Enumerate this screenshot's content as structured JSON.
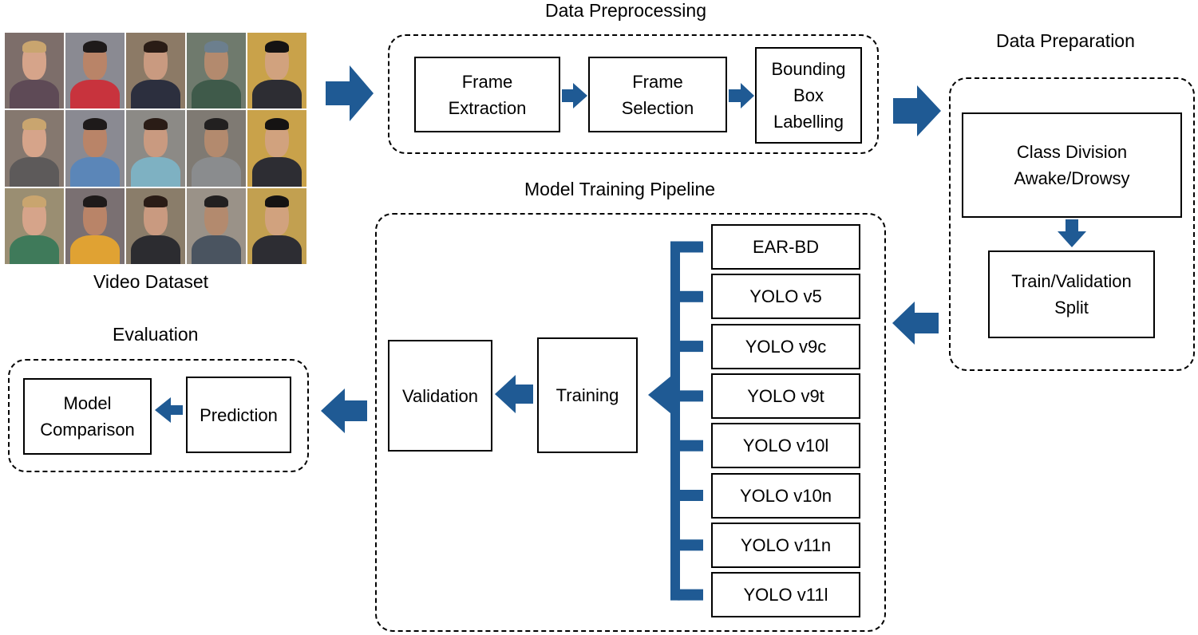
{
  "dataset": {
    "caption": "Video Dataset",
    "tiles": [
      {
        "bg": "#7d6e6a",
        "skin": "#d6a48a",
        "shirt": "#5e4a56",
        "hair": "#c9a56f"
      },
      {
        "bg": "#8a8a92",
        "skin": "#b98468",
        "shirt": "#c8333d",
        "hair": "#1e1a1a"
      },
      {
        "bg": "#8c7a66",
        "skin": "#c99a80",
        "shirt": "#2c2f3e",
        "hair": "#2a1c16"
      },
      {
        "bg": "#6f7a6d",
        "skin": "#b38a6e",
        "shirt": "#3f5a4a",
        "hair": "#6c7f8e"
      },
      {
        "bg": "#c9a24a",
        "skin": "#d1a27e",
        "shirt": "#2d2d33",
        "hair": "#151313"
      },
      {
        "bg": "#85786f",
        "skin": "#d6a48a",
        "shirt": "#5d5a5a",
        "hair": "#c9a56f"
      },
      {
        "bg": "#8a8a92",
        "skin": "#b98468",
        "shirt": "#5b86b8",
        "hair": "#1e1a1a"
      },
      {
        "bg": "#8c8a86",
        "skin": "#c99a80",
        "shirt": "#7eb1c2",
        "hair": "#2a1c16"
      },
      {
        "bg": "#7f7a73",
        "skin": "#b38a6e",
        "shirt": "#8a8c8e",
        "hair": "#222020"
      },
      {
        "bg": "#c9a24a",
        "skin": "#d1a27e",
        "shirt": "#2d2d33",
        "hair": "#151313"
      },
      {
        "bg": "#9a8e72",
        "skin": "#d6a48a",
        "shirt": "#3f7a5a",
        "hair": "#c9a56f"
      },
      {
        "bg": "#7a7072",
        "skin": "#b98468",
        "shirt": "#e0a233",
        "hair": "#1e1a1a"
      },
      {
        "bg": "#8a7d6a",
        "skin": "#c99a80",
        "shirt": "#2c2c30",
        "hair": "#2a1c16"
      },
      {
        "bg": "#9a9288",
        "skin": "#b38a6e",
        "shirt": "#4a5460",
        "hair": "#222020"
      },
      {
        "bg": "#c2a050",
        "skin": "#d1a27e",
        "shirt": "#2d2d33",
        "hair": "#151313"
      }
    ]
  },
  "preprocessing": {
    "title": "Data Preprocessing",
    "frame_extraction": [
      "Frame",
      "Extraction"
    ],
    "frame_selection": [
      "Frame",
      "Selection"
    ],
    "bounding_box": [
      "Bounding",
      "Box",
      "Labelling"
    ]
  },
  "preparation": {
    "title": "Data Preparation",
    "class_division": [
      "Class Division",
      "Awake/Drowsy"
    ],
    "split": [
      "Train/Validation",
      "Split"
    ]
  },
  "training": {
    "title": "Model Training Pipeline",
    "models": [
      "EAR-BD",
      "YOLO v5",
      "YOLO v9c",
      "YOLO v9t",
      "YOLO v10l",
      "YOLO v10n",
      "YOLO v11n",
      "YOLO v11l"
    ],
    "training_label": "Training",
    "validation_label": "Validation"
  },
  "evaluation": {
    "title": "Evaluation",
    "prediction_label": "Prediction",
    "comparison": [
      "Model",
      "Comparison"
    ]
  },
  "colors": {
    "arrow": "#1f5a94"
  }
}
